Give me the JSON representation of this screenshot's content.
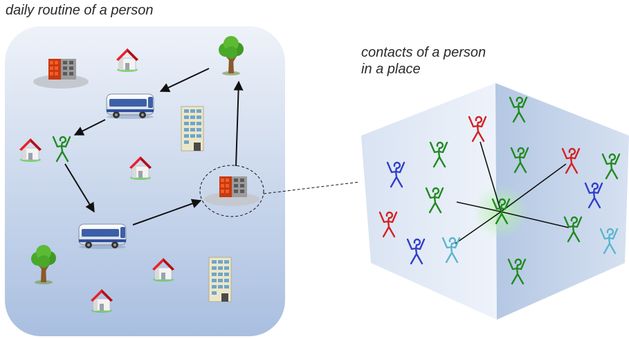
{
  "captions": {
    "routine": "daily routine of a person",
    "contacts_line1": "contacts of a person",
    "contacts_line2": "in a place"
  },
  "colors": {
    "panel_top": "#eef2f9",
    "panel_bottom": "#a9bfe0",
    "person_green": "#1f8a1f",
    "person_red": "#d42020",
    "person_blue": "#2f3fc8",
    "person_cyan": "#5ab5cf",
    "house_roof": "#e8202a",
    "office_window": "#ff5a1e",
    "tree_leaves": "#4aa82a",
    "tree_trunk": "#8a5a2a",
    "highlight_glow": "#b8f0b0"
  },
  "icons": {
    "house": "house-icon",
    "office": "office-building-icon",
    "tower": "tower-building-icon",
    "bus": "bus-icon",
    "tree": "tree-icon",
    "person": "person-icon"
  }
}
